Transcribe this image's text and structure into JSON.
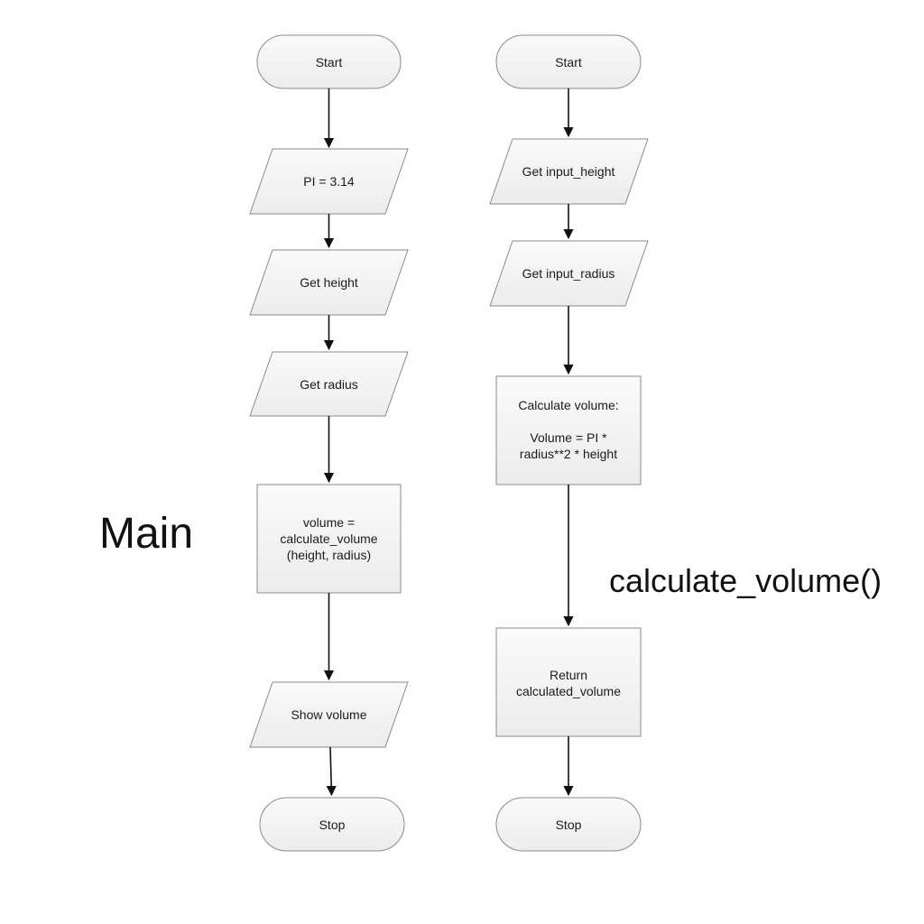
{
  "diagram": {
    "main_label": "Main",
    "function_label": "calculate_volume()",
    "main_flow": {
      "start": "Start",
      "pi": "PI = 3.14",
      "get_height": "Get height",
      "get_radius": "Get radius",
      "calc_call": [
        "volume =",
        "calculate_volume",
        "(height, radius)"
      ],
      "show_volume": "Show volume",
      "stop": "Stop"
    },
    "function_flow": {
      "start": "Start",
      "get_input_height": "Get input_height",
      "get_input_radius": "Get input_radius",
      "calc_volume": [
        "Calculate volume:",
        "",
        "Volume = PI *",
        "radius**2 * height"
      ],
      "return_value": [
        "Return",
        "calculated_volume"
      ],
      "stop": "Stop"
    }
  }
}
